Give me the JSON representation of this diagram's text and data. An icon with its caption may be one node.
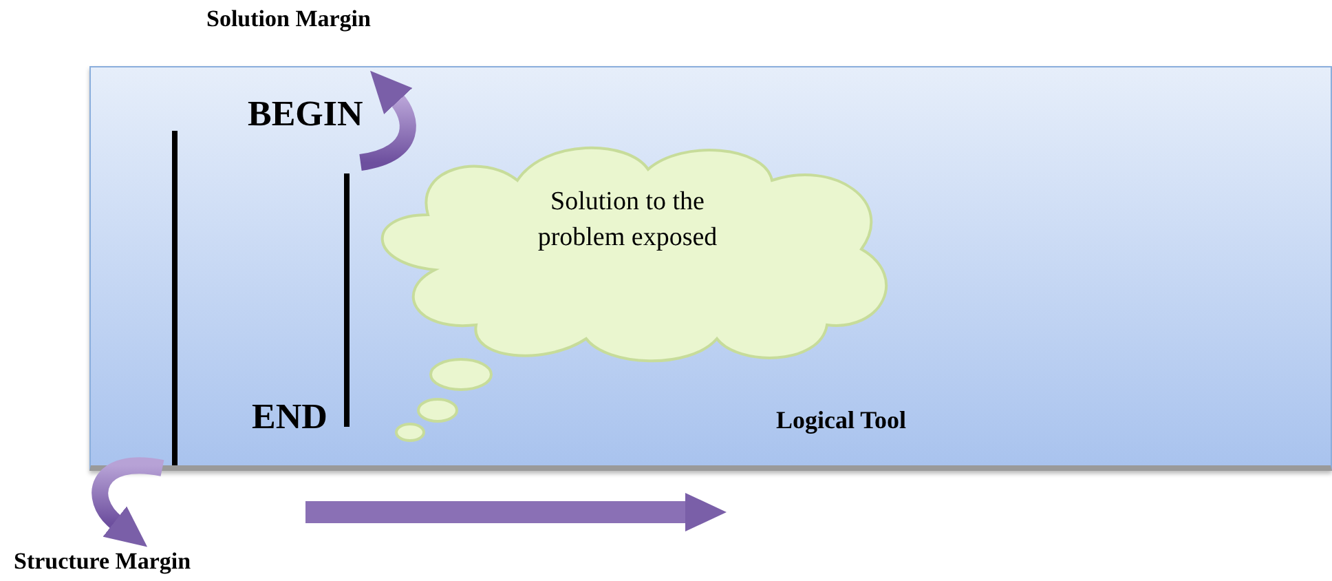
{
  "diagram": {
    "nodes": [
      {
        "text": [
          "Logical Tool"
        ]
      },
      {
        "text": [
          "Solution to the problem exposed"
        ],
        "in": 0
      }
    ],
    "labels": [
      "Solution Margin",
      "BEGIN",
      "END",
      "Structure Margin"
    ]
  }
}
